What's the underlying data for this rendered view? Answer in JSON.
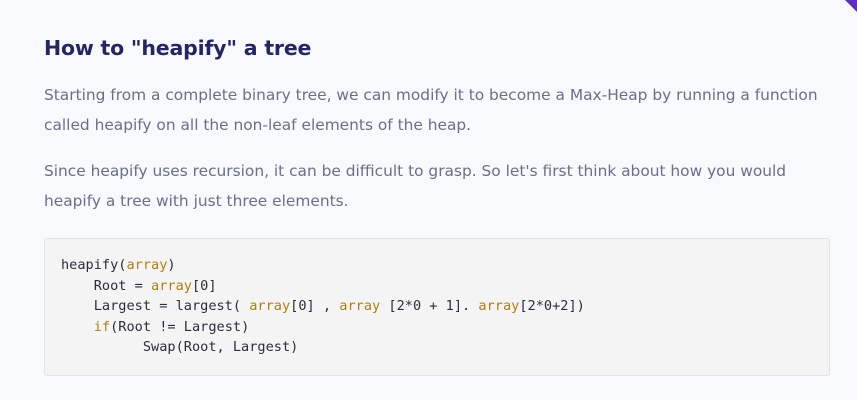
{
  "article": {
    "heading": "How to \"heapify\" a tree",
    "paragraph1": "Starting from a complete binary tree, we can modify it to become a Max-Heap by running a function called heapify on all the non-leaf elements of the heap.",
    "paragraph2": "Since heapify uses recursion, it can be difficult to grasp. So let's first think about how you would heapify a tree with just three elements."
  },
  "code": {
    "lines": [
      [
        {
          "t": "heapify(",
          "k": false
        },
        {
          "t": "array",
          "k": true
        },
        {
          "t": ")",
          "k": false
        }
      ],
      [
        {
          "t": "    Root = ",
          "k": false
        },
        {
          "t": "array",
          "k": true
        },
        {
          "t": "[0]",
          "k": false
        }
      ],
      [
        {
          "t": "    Largest = largest( ",
          "k": false
        },
        {
          "t": "array",
          "k": true
        },
        {
          "t": "[0] , ",
          "k": false
        },
        {
          "t": "array",
          "k": true
        },
        {
          "t": " [2*0 + 1]. ",
          "k": false
        },
        {
          "t": "array",
          "k": true
        },
        {
          "t": "[2*0+2])",
          "k": false
        }
      ],
      [
        {
          "t": "    ",
          "k": false
        },
        {
          "t": "if",
          "k": true
        },
        {
          "t": "(Root != Largest)",
          "k": false
        }
      ],
      [
        {
          "t": "          Swap(Root, Largest)",
          "k": false
        }
      ]
    ]
  },
  "colors": {
    "heading": "#25265e",
    "body_text": "#6a6f86",
    "code_keyword": "#b07d12",
    "accent": "#5b2fb8"
  }
}
